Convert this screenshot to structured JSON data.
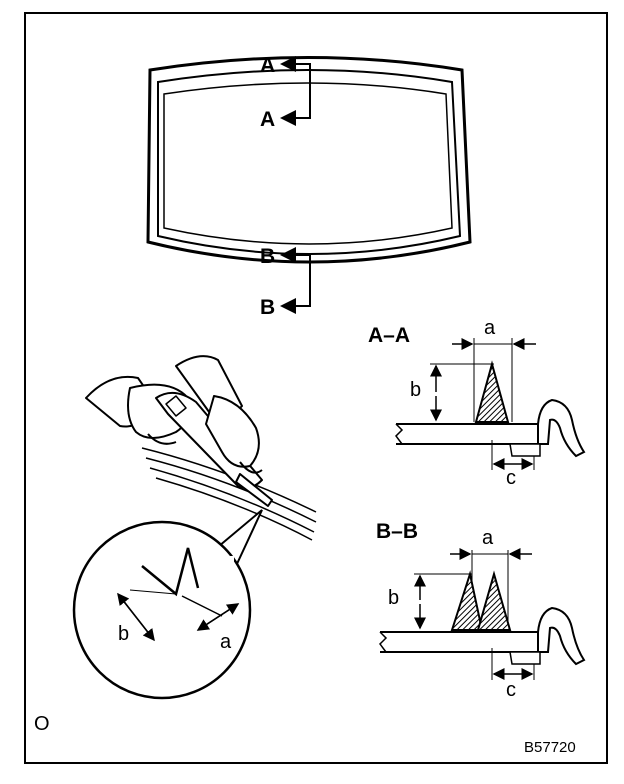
{
  "section_labels": {
    "top": "A",
    "bottom": "B"
  },
  "windshield_view": {
    "label_a_top": "A",
    "label_a_bottom": "A",
    "label_b_top": "B",
    "label_b_bottom": "B"
  },
  "section_aa": {
    "title": "A–A",
    "dim_a": "a",
    "dim_b": "b",
    "dim_c": "c"
  },
  "section_bb": {
    "title": "B–B",
    "dim_a": "a",
    "dim_b": "b",
    "dim_c": "c"
  },
  "detail_view": {
    "dim_a": "a",
    "dim_b": "b"
  },
  "corner_mark": "O",
  "figure_code": "B57720",
  "colors": {
    "ink": "#000000",
    "paper": "#ffffff"
  }
}
